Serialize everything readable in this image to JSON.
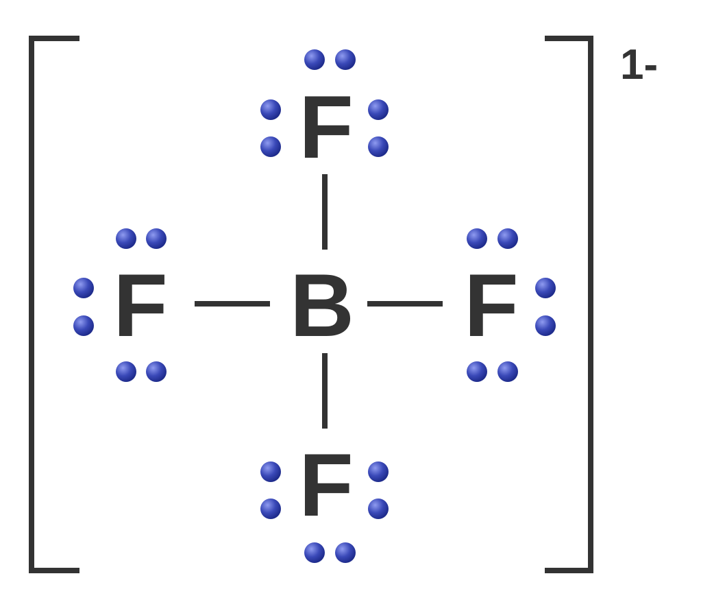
{
  "structure": {
    "central_atom": "B",
    "ligands": [
      {
        "position": "top",
        "symbol": "F"
      },
      {
        "position": "left",
        "symbol": "F"
      },
      {
        "position": "right",
        "symbol": "F"
      },
      {
        "position": "bottom",
        "symbol": "F"
      }
    ],
    "charge": "1-",
    "lone_pairs_per_fluorine": 3
  },
  "colors": {
    "ink": "#333333",
    "electron": "#3a49b8",
    "electron_highlight": "#8f9bf0",
    "electron_shade": "#1d2a8a"
  }
}
